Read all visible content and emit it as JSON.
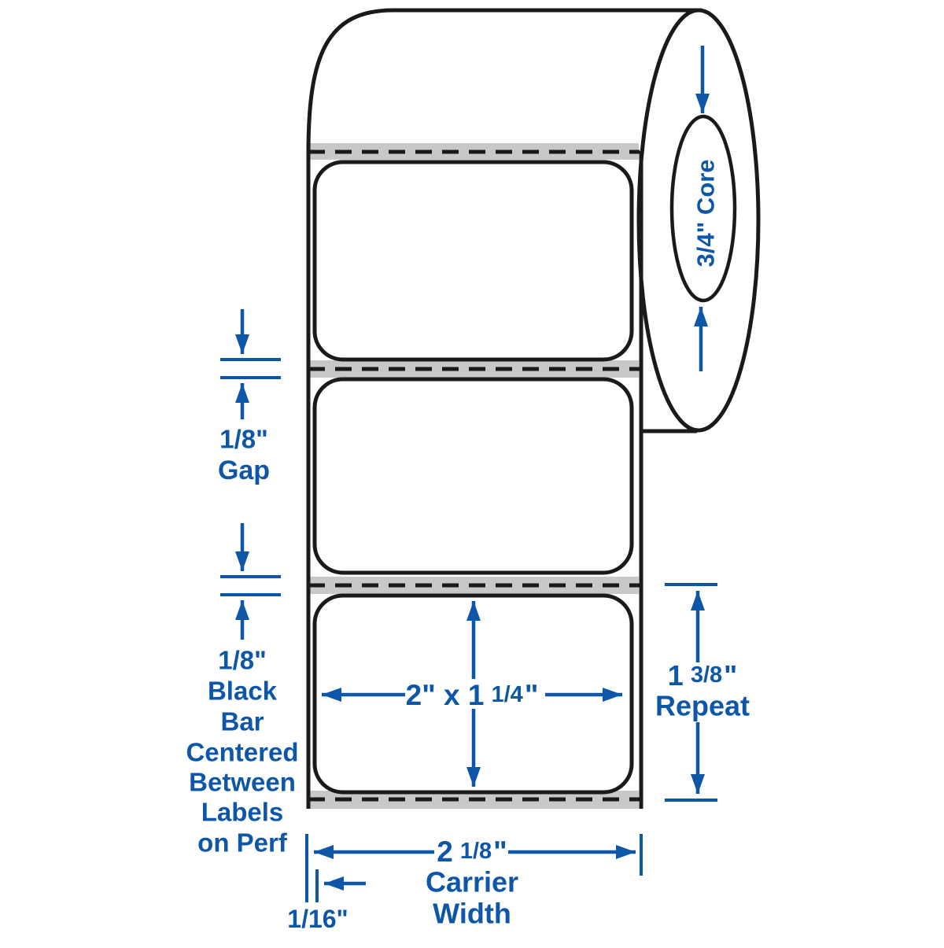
{
  "annotations": {
    "core": {
      "label": "3/4\" Core"
    },
    "gap": {
      "value": "1/8\"",
      "caption": "Gap"
    },
    "black_bar": {
      "value": "1/8\"",
      "caption_lines": [
        "Black",
        "Bar",
        "Centered",
        "Between",
        "Labels",
        "on Perf"
      ]
    },
    "label_size": {
      "size_main": "2\" x 1",
      "size_fraction": "1/4",
      "size_unit": "\""
    },
    "repeat": {
      "value_main": "1",
      "value_fraction": "3/8",
      "value_unit": "\"",
      "caption": "Repeat"
    },
    "carrier_width": {
      "value_main": "2",
      "value_fraction": "1/8",
      "value_unit": "\"",
      "caption_line1": "Carrier",
      "caption_line2": "Width"
    },
    "edge_offset": {
      "value": "1/16\""
    }
  },
  "colors": {
    "annotation_blue": "#0E57A8",
    "liner_gray": "#C8C8C8",
    "outline_black": "#1A1A1A",
    "background": "#FFFFFF"
  }
}
